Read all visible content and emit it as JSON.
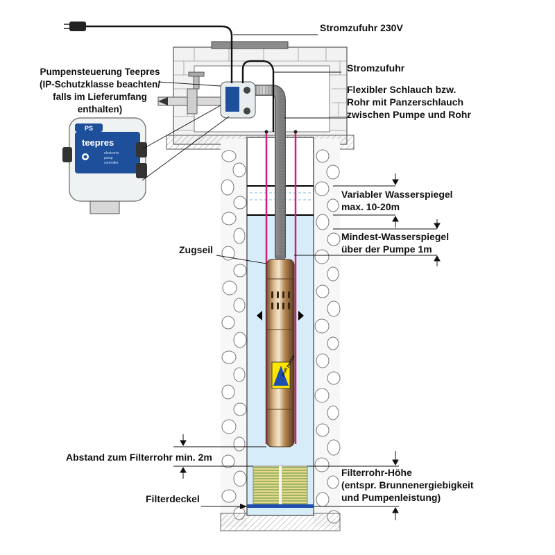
{
  "labels": {
    "power_supply_230v": "Stromzufuhr 230V",
    "power_supply": "Stromzufuhr",
    "flexible_hose": [
      "Flexibler Schlauch bzw.",
      "Rohr mit Panzerschlauch",
      "zwischen Pumpe und Rohr"
    ],
    "pump_control": [
      "Pumpensteuerung Teepres",
      "(IP-Schutzklasse beachten/",
      "falls im Lieferumfang",
      "enthalten)"
    ],
    "variable_water_level": [
      "Variabler Wasserspiegel",
      "max. 10-20m"
    ],
    "min_water_level": [
      "Mindest-Wasserspiegel",
      "über der Pumpe 1m"
    ],
    "pull_rope": "Zugseil",
    "filter_distance": "Abstand zum Filterrohr min. 2m",
    "filter_height": [
      "Filterrohr-Höhe",
      "(entspr. Brunnenergiebigkeit",
      "und Pumpenleistung)"
    ],
    "filter_cover": "Filterdeckel"
  },
  "controller": {
    "brand": "teepres",
    "badge": "PS",
    "text": [
      "electronic",
      "pump",
      "controller"
    ]
  },
  "pump": {
    "logo": "profi pumpe"
  },
  "colors": {
    "water": "#d6ecf8",
    "pipe_pink": "#d81b7a",
    "arrow": "#000000",
    "pump_steel": "#b8894f",
    "logo_yellow": "#ffe500",
    "filter": "#e8d98a",
    "controller_blue": "#1d4f9a"
  }
}
